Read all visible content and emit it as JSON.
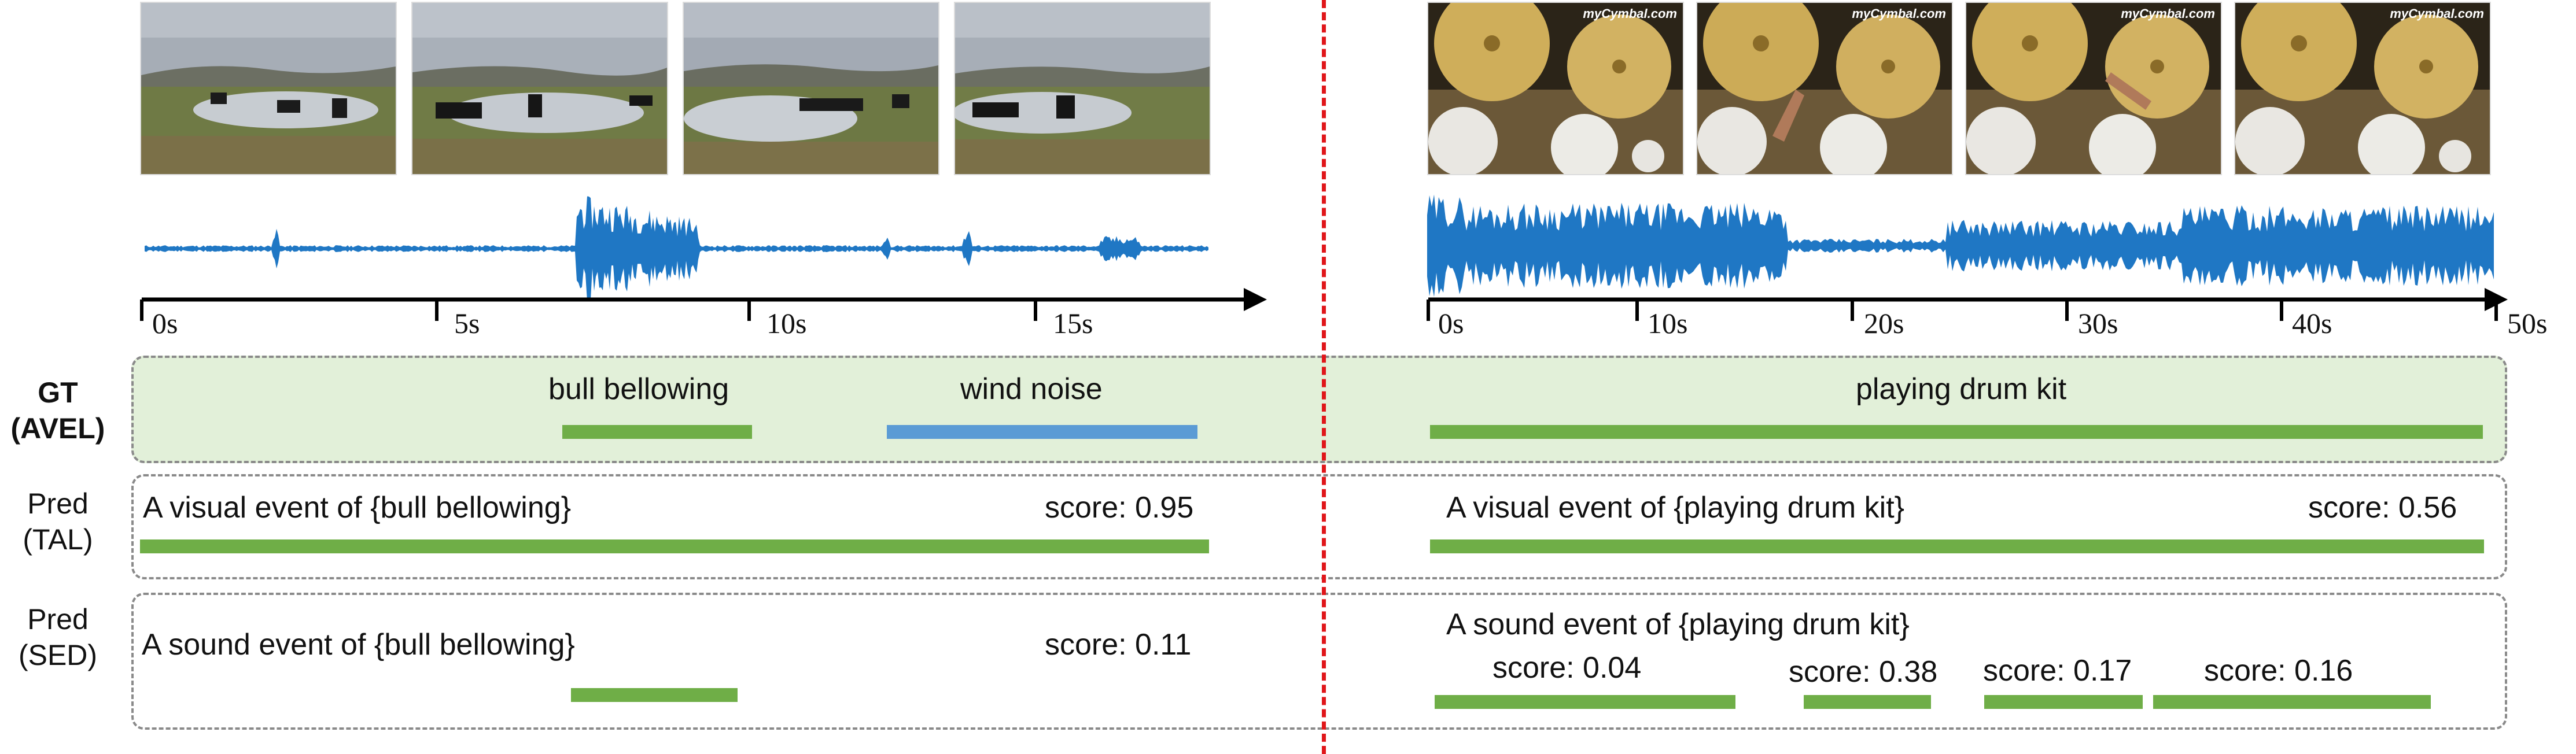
{
  "left_axis": {
    "ticks": [
      "0s",
      "5s",
      "10s",
      "15s"
    ]
  },
  "right_axis": {
    "ticks": [
      "0s",
      "10s",
      "20s",
      "30s",
      "40s",
      "50s"
    ]
  },
  "row_labels": {
    "gt": [
      "GT",
      "(AVEL)"
    ],
    "tal": [
      "Pred",
      "(TAL)"
    ],
    "sed": [
      "Pred",
      "(SED)"
    ]
  },
  "gt_row": {
    "left_events": [
      "bull bellowing",
      "wind noise"
    ],
    "right_event": "playing drum kit"
  },
  "tal_row": {
    "left_text": "A visual event of {bull bellowing}",
    "left_score": "score: 0.95",
    "right_text": "A visual event of {playing drum kit}",
    "right_score": "score: 0.56"
  },
  "sed_row": {
    "left_text": "A sound event of {bull bellowing}",
    "left_score": "score: 0.11",
    "right_text": "A sound event of {playing drum kit}",
    "right_scores": [
      "score: 0.04",
      "score: 0.38",
      "score: 0.17",
      "score: 0.16"
    ]
  },
  "frame_watermark": "myCymbal.com",
  "colors": {
    "event_green": "#6fae47",
    "event_blue": "#5b9bd5",
    "waveform": "#1f77c4",
    "gt_background": "#e2f0d9",
    "divider_red": "#e0161a"
  }
}
